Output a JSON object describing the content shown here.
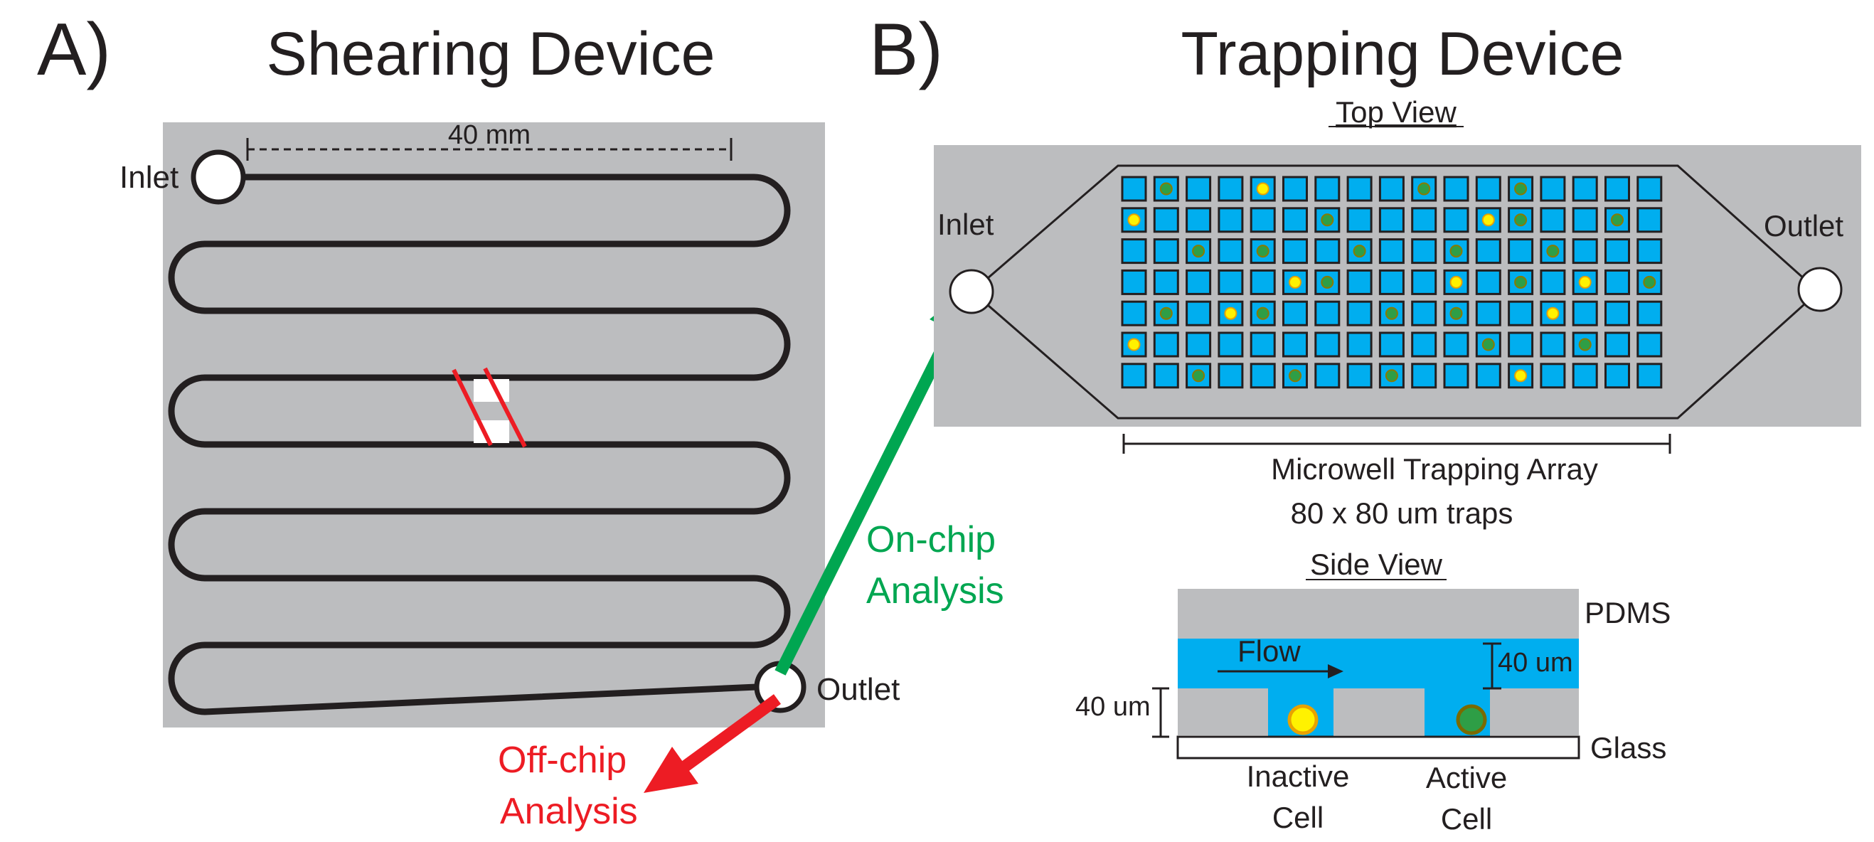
{
  "panel_a": {
    "letter": "A)",
    "title": "Shearing Device",
    "scale_label": "40 mm",
    "inlet_label": "Inlet",
    "outlet_label": "Outlet",
    "on_chip_line1": "On-chip",
    "on_chip_line2": "Analysis",
    "off_chip_line1": "Off-chip",
    "off_chip_line2": "Analysis"
  },
  "panel_b": {
    "letter": "B)",
    "title": "Trapping Device",
    "top_view_label": "Top View",
    "inlet_label": "Inlet",
    "outlet_label": "Outlet",
    "array_label_line1": "Microwell Trapping Array",
    "array_label_line2": "80 x 80 um traps",
    "side_view_label": "Side View",
    "pdms_label": "PDMS",
    "glass_label": "Glass",
    "flow_label": "Flow",
    "channel_height_label": "40 um",
    "well_depth_label": "40 um",
    "inactive_line1": "Inactive",
    "inactive_line2": "Cell",
    "active_line1": "Active",
    "active_line2": "Cell",
    "grid_rows": 7,
    "grid_cols": 17,
    "trap_cells": [
      {
        "row": 0,
        "col": 1,
        "state": "active"
      },
      {
        "row": 0,
        "col": 4,
        "state": "inactive"
      },
      {
        "row": 0,
        "col": 9,
        "state": "active"
      },
      {
        "row": 0,
        "col": 12,
        "state": "active"
      },
      {
        "row": 1,
        "col": 0,
        "state": "inactive"
      },
      {
        "row": 1,
        "col": 6,
        "state": "active"
      },
      {
        "row": 1,
        "col": 11,
        "state": "inactive"
      },
      {
        "row": 1,
        "col": 12,
        "state": "active"
      },
      {
        "row": 1,
        "col": 15,
        "state": "active"
      },
      {
        "row": 2,
        "col": 2,
        "state": "active"
      },
      {
        "row": 2,
        "col": 4,
        "state": "active"
      },
      {
        "row": 2,
        "col": 7,
        "state": "active"
      },
      {
        "row": 2,
        "col": 10,
        "state": "active"
      },
      {
        "row": 2,
        "col": 13,
        "state": "active"
      },
      {
        "row": 3,
        "col": 5,
        "state": "inactive"
      },
      {
        "row": 3,
        "col": 6,
        "state": "active"
      },
      {
        "row": 3,
        "col": 10,
        "state": "inactive"
      },
      {
        "row": 3,
        "col": 12,
        "state": "active"
      },
      {
        "row": 3,
        "col": 14,
        "state": "inactive"
      },
      {
        "row": 3,
        "col": 16,
        "state": "active"
      },
      {
        "row": 4,
        "col": 1,
        "state": "active"
      },
      {
        "row": 4,
        "col": 3,
        "state": "inactive"
      },
      {
        "row": 4,
        "col": 4,
        "state": "active"
      },
      {
        "row": 4,
        "col": 8,
        "state": "active"
      },
      {
        "row": 4,
        "col": 10,
        "state": "active"
      },
      {
        "row": 4,
        "col": 13,
        "state": "inactive"
      },
      {
        "row": 5,
        "col": 0,
        "state": "inactive"
      },
      {
        "row": 5,
        "col": 11,
        "state": "active"
      },
      {
        "row": 5,
        "col": 14,
        "state": "active"
      },
      {
        "row": 6,
        "col": 2,
        "state": "active"
      },
      {
        "row": 6,
        "col": 5,
        "state": "active"
      },
      {
        "row": 6,
        "col": 8,
        "state": "active"
      },
      {
        "row": 6,
        "col": 12,
        "state": "inactive"
      }
    ]
  },
  "colors": {
    "chip_gray": "#bcbdbf",
    "well_blue": "#00aeef",
    "active_cell": "#2e9e46",
    "inactive_cell": "#fff200",
    "on_chip_green": "#00a651",
    "off_chip_red": "#ed1c24",
    "channel_black": "#231f20",
    "text": "#231f20"
  }
}
